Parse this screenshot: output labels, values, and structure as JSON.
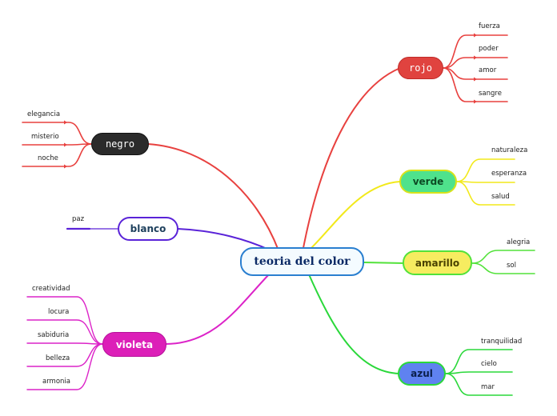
{
  "central": {
    "label": "teoria del color",
    "color": "#1e5fa8",
    "text_color": "#0b2a66"
  },
  "branches": [
    {
      "id": "rojo",
      "label": "rojo",
      "color": "#e8413f",
      "fill": "#e0433f",
      "text_color": "#ffffff",
      "leaves": [
        "fuerza",
        "poder",
        "amor",
        "sangre"
      ]
    },
    {
      "id": "negro",
      "label": "negro",
      "color": "#e8413f",
      "fill": "#2b2b2b",
      "text_color": "#ffffff",
      "leaves": [
        "elegancia",
        "misterio",
        "noche"
      ]
    },
    {
      "id": "verde",
      "label": "verde",
      "color": "#f2e91a",
      "fill": "#4fe28c",
      "text_color": "#0d4a24",
      "leaves": [
        "naturaleza",
        "esperanza",
        "salud"
      ]
    },
    {
      "id": "blanco",
      "label": "blanco",
      "color": "#5a23d8",
      "fill": "#ffffff",
      "text_color": "#1d3f5c",
      "leaves": [
        "paz"
      ]
    },
    {
      "id": "amarillo",
      "label": "amarillo",
      "color": "#52e23a",
      "fill": "#f6ec60",
      "text_color": "#4a4200",
      "leaves": [
        "alegria",
        "sol"
      ]
    },
    {
      "id": "violeta",
      "label": "violeta",
      "color": "#dc23c8",
      "fill": "#dc1fb8",
      "text_color": "#ffffff",
      "leaves": [
        "creatividad",
        "locura",
        "sabiduria",
        "belleza",
        "armonia"
      ]
    },
    {
      "id": "azul",
      "label": "azul",
      "color": "#2ad83a",
      "fill": "#5f82f0",
      "text_color": "#0a1f4a",
      "leaves": [
        "tranquilidad",
        "cielo",
        "mar"
      ]
    }
  ]
}
